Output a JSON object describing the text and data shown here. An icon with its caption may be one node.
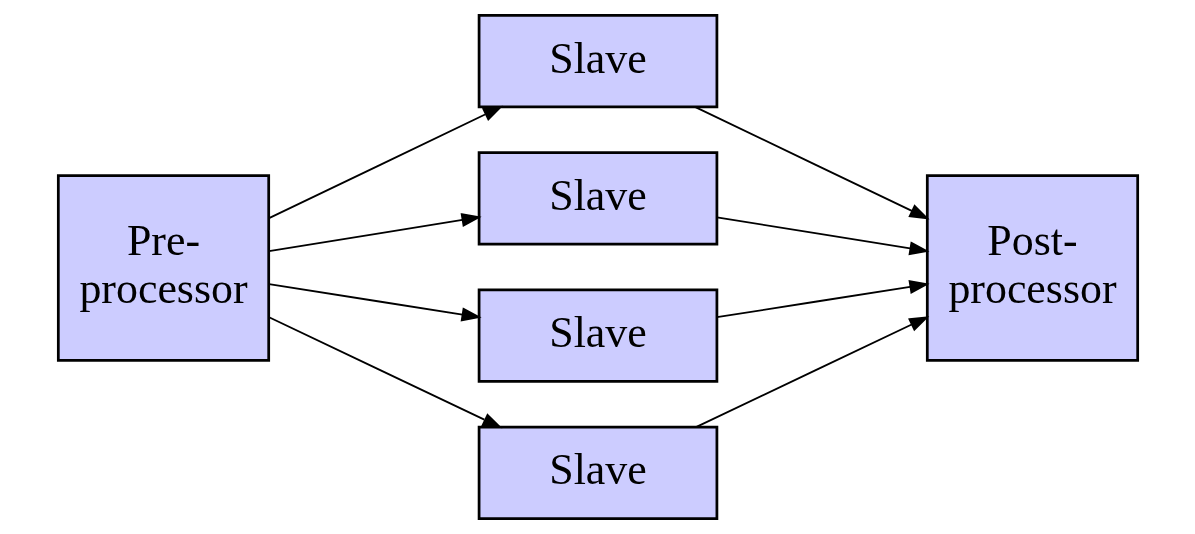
{
  "diagram": {
    "nodes": [
      {
        "text": [
          "Pre- processor"
        ]
      },
      {
        "text": [
          "Slave"
        ]
      },
      {
        "text": [
          "Slave"
        ]
      },
      {
        "text": [
          "Slave"
        ]
      },
      {
        "text": [
          "Slave"
        ]
      },
      {
        "text": [
          "Post- processor"
        ]
      }
    ],
    "edges": [
      {
        "from": 0,
        "to": 1,
        "arrow": "to"
      },
      {
        "from": 0,
        "to": 2,
        "arrow": "to"
      },
      {
        "from": 0,
        "to": 3,
        "arrow": "to"
      },
      {
        "from": 0,
        "to": 4,
        "arrow": "to"
      },
      {
        "from": 1,
        "to": 5,
        "arrow": "to"
      },
      {
        "from": 2,
        "to": 5,
        "arrow": "to"
      },
      {
        "from": 3,
        "to": 5,
        "arrow": "to"
      },
      {
        "from": 4,
        "to": 5,
        "arrow": "to"
      }
    ]
  }
}
